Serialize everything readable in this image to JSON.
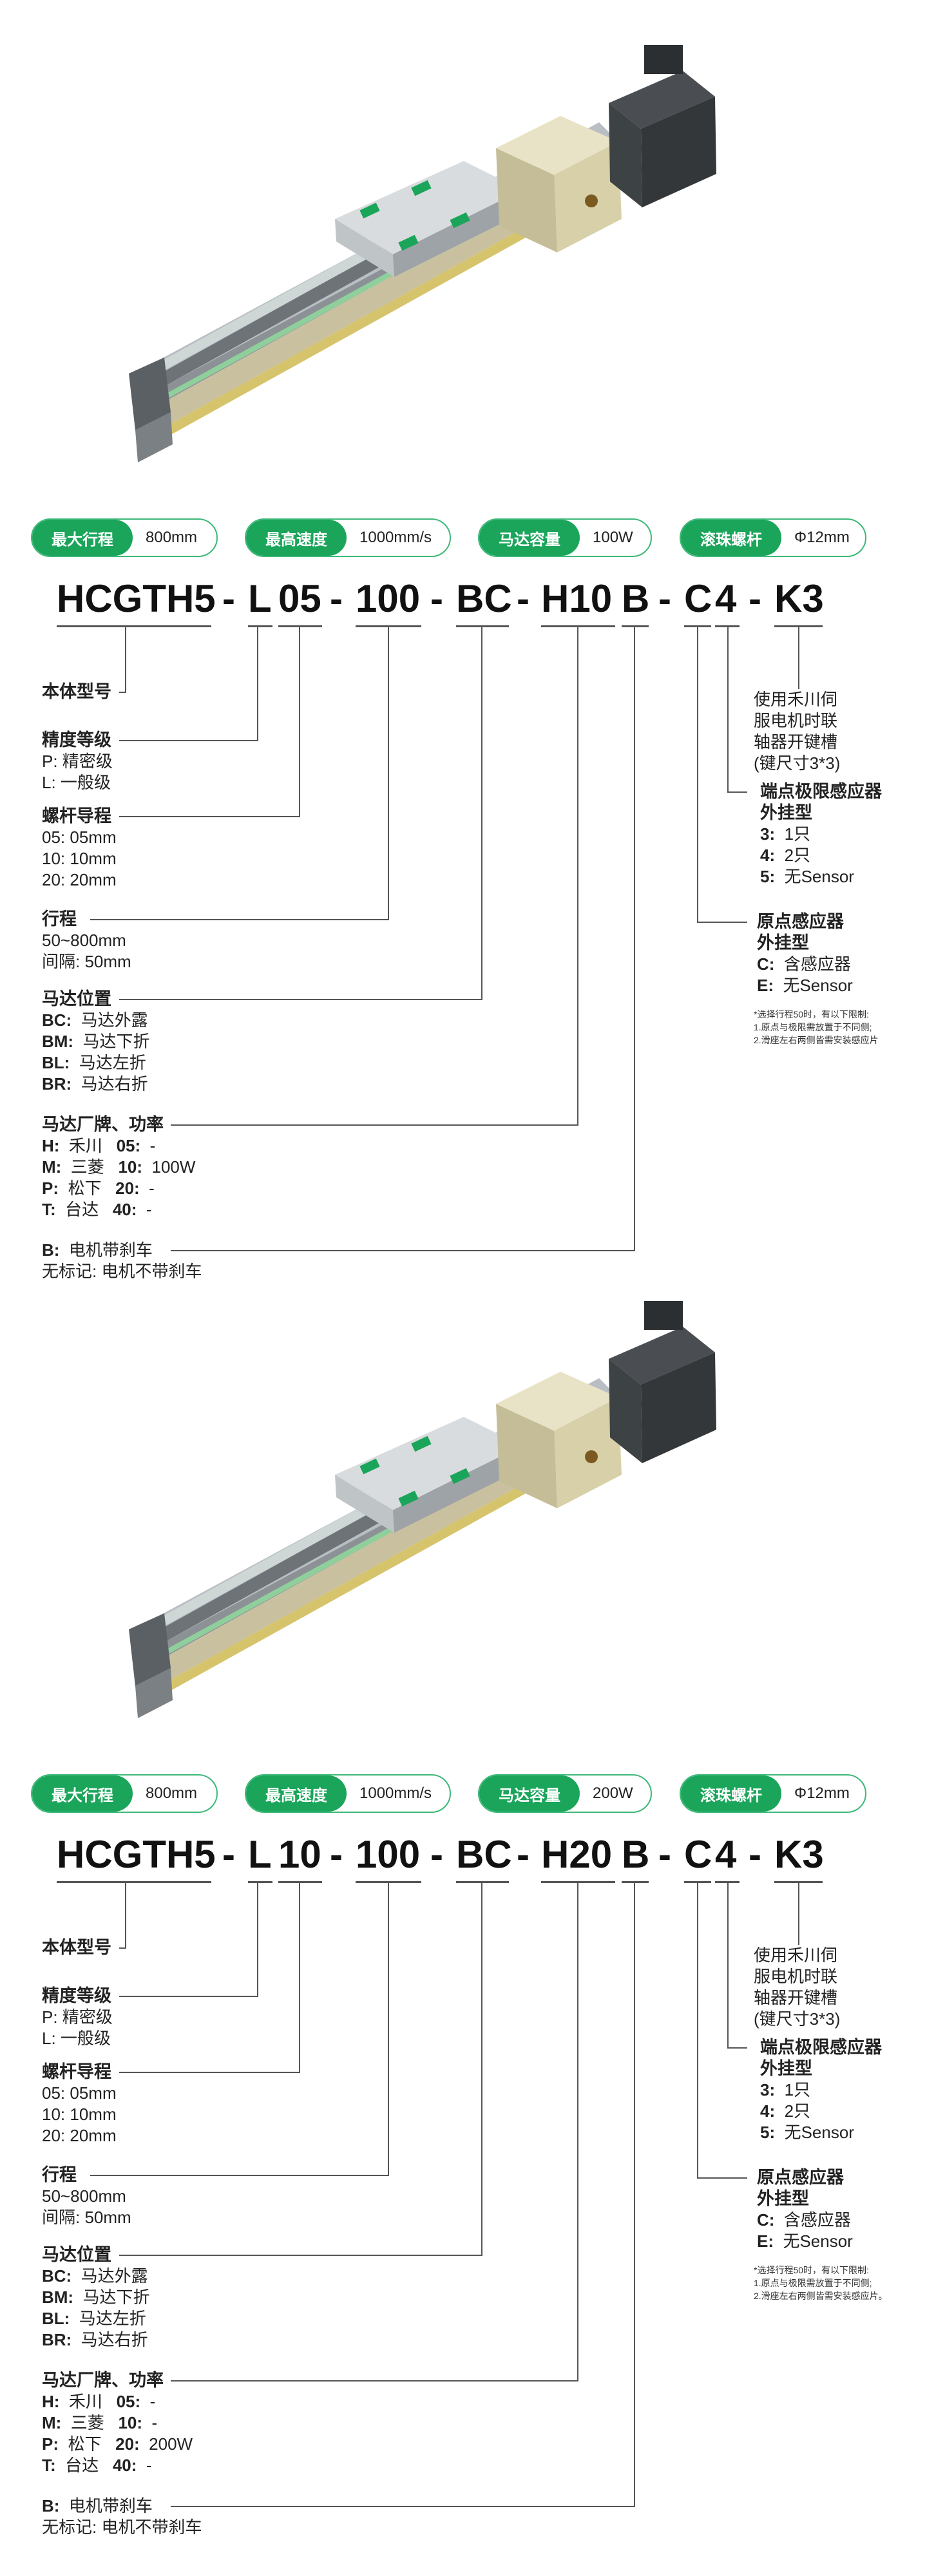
{
  "sections": [
    {
      "badges": [
        {
          "label": "最大行程",
          "value": "800mm"
        },
        {
          "label": "最高速度",
          "value": "1000mm/s"
        },
        {
          "label": "马达容量",
          "value": "100W"
        },
        {
          "label": "滚珠螺杆",
          "value": "Φ12mm"
        }
      ],
      "code": {
        "model": "HCGTH5",
        "p1": "L",
        "p2": "05",
        "p3": "100",
        "p4": "BC",
        "p5": "H10",
        "p6": "B",
        "p7": "C",
        "p8": "4",
        "p9": "K3",
        "dash": "-"
      },
      "model_title": "本体型号",
      "precision": {
        "title": "精度等级",
        "items": [
          "P:  精密级",
          "L:  一般级"
        ]
      },
      "lead": {
        "title": "螺杆导程",
        "items": [
          "05:  05mm",
          "10:  10mm",
          "20:  20mm"
        ]
      },
      "stroke": {
        "title": "行程",
        "items": [
          "50~800mm",
          "间隔:  50mm"
        ]
      },
      "motor_pos": {
        "title": "马达位置",
        "items": [
          {
            "k": "BC:",
            "v": "马达外露"
          },
          {
            "k": "BM:",
            "v": "马达下折"
          },
          {
            "k": "BL:",
            "v": "马达左折"
          },
          {
            "k": "BR:",
            "v": "马达右折"
          }
        ]
      },
      "motor_brand": {
        "title": "马达厂牌、功率",
        "rows": [
          {
            "k": "H:",
            "v": "禾川",
            "n": "05:",
            "w": "-"
          },
          {
            "k": "M:",
            "v": "三菱",
            "n": "10:",
            "w": "100W"
          },
          {
            "k": "P:",
            "v": "松下",
            "n": "20:",
            "w": "-"
          },
          {
            "k": "T:",
            "v": "台达",
            "n": "40:",
            "w": "-"
          }
        ]
      },
      "brake": {
        "b": "B:",
        "b_text": "电机带刹车",
        "none": "无标记:  电机不带刹车"
      },
      "keyway": [
        "使用禾川伺",
        "服电机时联",
        "轴器开键槽",
        "(键尺寸3*3)"
      ],
      "limit": {
        "title": "端点极限感应器",
        "sub": "外挂型",
        "items": [
          {
            "k": "3:",
            "v": "1只"
          },
          {
            "k": "4:",
            "v": "2只"
          },
          {
            "k": "5:",
            "v": "无Sensor"
          }
        ]
      },
      "origin": {
        "title": "原点感应器",
        "sub": "外挂型",
        "items": [
          {
            "k": "C:",
            "v": "含感应器"
          },
          {
            "k": "E:",
            "v": "无Sensor"
          }
        ]
      },
      "note": [
        "*选择行程50时，有以下限制:",
        "1.原点与极限需放置于不同侧;",
        "2.滑座左右两侧皆需安装感应片"
      ]
    },
    {
      "badges": [
        {
          "label": "最大行程",
          "value": "800mm"
        },
        {
          "label": "最高速度",
          "value": "1000mm/s"
        },
        {
          "label": "马达容量",
          "value": "200W"
        },
        {
          "label": "滚珠螺杆",
          "value": "Φ12mm"
        }
      ],
      "code": {
        "model": "HCGTH5",
        "p1": "L",
        "p2": "10",
        "p3": "100",
        "p4": "BC",
        "p5": "H20",
        "p6": "B",
        "p7": "C",
        "p8": "4",
        "p9": "K3",
        "dash": "-"
      },
      "model_title": "本体型号",
      "precision": {
        "title": "精度等级",
        "items": [
          "P:  精密级",
          "L:  一般级"
        ]
      },
      "lead": {
        "title": "螺杆导程",
        "items": [
          "05:  05mm",
          "10:  10mm",
          "20:  20mm"
        ]
      },
      "stroke": {
        "title": "行程",
        "items": [
          "50~800mm",
          "间隔:  50mm"
        ]
      },
      "motor_pos": {
        "title": "马达位置",
        "items": [
          {
            "k": "BC:",
            "v": "马达外露"
          },
          {
            "k": "BM:",
            "v": "马达下折"
          },
          {
            "k": "BL:",
            "v": "马达左折"
          },
          {
            "k": "BR:",
            "v": "马达右折"
          }
        ]
      },
      "motor_brand": {
        "title": "马达厂牌、功率",
        "rows": [
          {
            "k": "H:",
            "v": "禾川",
            "n": "05:",
            "w": "-"
          },
          {
            "k": "M:",
            "v": "三菱",
            "n": "10:",
            "w": "-"
          },
          {
            "k": "P:",
            "v": "松下",
            "n": "20:",
            "w": "200W"
          },
          {
            "k": "T:",
            "v": "台达",
            "n": "40:",
            "w": "-"
          }
        ]
      },
      "brake": {
        "b": "B:",
        "b_text": "电机带刹车",
        "none": "无标记:  电机不带刹车"
      },
      "keyway": [
        "使用禾川伺",
        "服电机时联",
        "轴器开键槽",
        "(键尺寸3*3)"
      ],
      "limit": {
        "title": "端点极限感应器",
        "sub": "外挂型",
        "items": [
          {
            "k": "3:",
            "v": "1只"
          },
          {
            "k": "4:",
            "v": "2只"
          },
          {
            "k": "5:",
            "v": "无Sensor"
          }
        ]
      },
      "origin": {
        "title": "原点感应器",
        "sub": "外挂型",
        "items": [
          {
            "k": "C:",
            "v": "含感应器"
          },
          {
            "k": "E:",
            "v": "无Sensor"
          }
        ]
      },
      "note": [
        "*选择行程50时，有以下限制:",
        "1.原点与极限需放置于不同侧;",
        "2.滑座左右两侧皆需安装感应片。"
      ]
    }
  ],
  "colors": {
    "accent": "#1aa55a",
    "badge_border": "#3cb878",
    "line": "#555555"
  }
}
